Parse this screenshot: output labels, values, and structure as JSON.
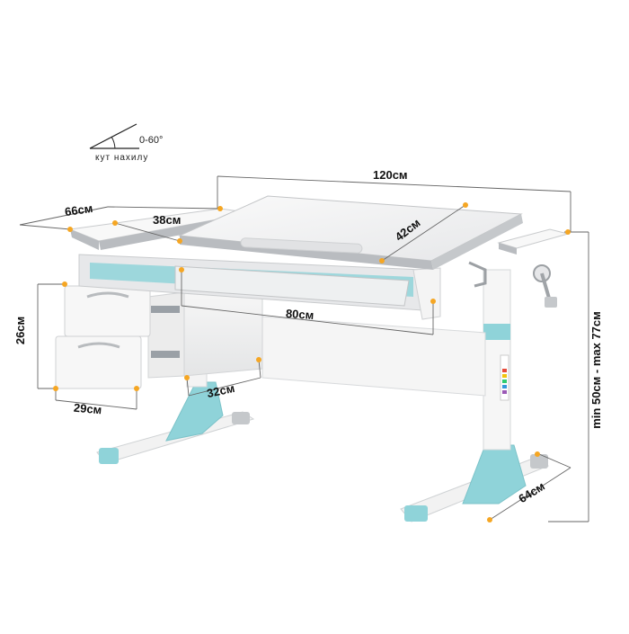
{
  "tilt": {
    "value": "0-60°",
    "caption": "кут нахилу"
  },
  "dimensions": {
    "width": "120см",
    "depth_left": "66см",
    "side_shelf": "38см",
    "tilting_top": "42см",
    "drawer_height": "26см",
    "drawer_width": "29см",
    "cabinet_depth": "32см",
    "inner_width": "80см",
    "height_range": "min 50см - max 77см",
    "base_depth": "64см"
  },
  "colors": {
    "accent_blue": "#8fd3d9",
    "marker_orange": "#f5a623",
    "desk_white": "#f4f4f4",
    "desk_grey": "#b9bcc0",
    "dimension_line": "#666666"
  }
}
